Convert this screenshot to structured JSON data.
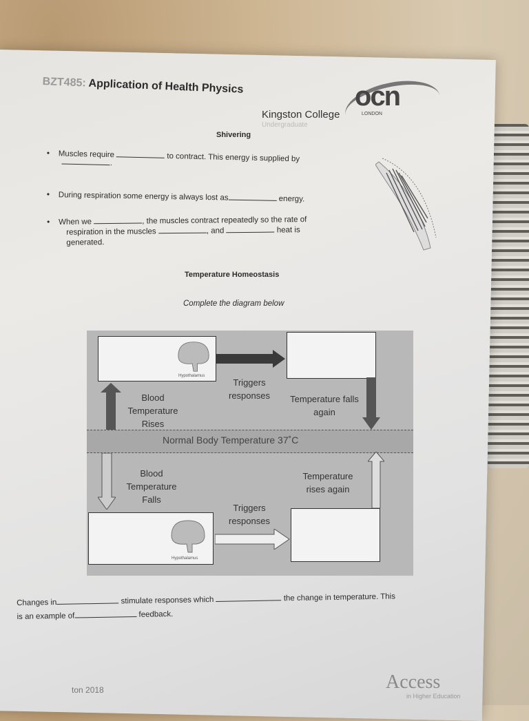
{
  "header": {
    "course_code": "BZT485:",
    "course_title": "Application of Health Physics",
    "college": "Kingston College",
    "college_sub": "Undergraduate",
    "logo_text": "ocn",
    "logo_sub": "LONDON"
  },
  "section1": {
    "title": "Shivering",
    "bullets": [
      {
        "a": "Muscles require",
        "b": "to contract. This energy is supplied by",
        "c": "."
      },
      {
        "a": "During respiration some energy is always lost as",
        "b": "energy."
      },
      {
        "a": "When we",
        "b": ", the muscles contract repeatedly so the rate of",
        "c": "respiration in the muscles",
        "d": ", and",
        "e": "heat is",
        "f": "generated."
      }
    ]
  },
  "section2": {
    "title": "Temperature Homeostasis",
    "instruction": "Complete the diagram below"
  },
  "diagram": {
    "top_left_label": "Blood Temperature Rises",
    "top_mid": "Triggers responses",
    "top_right_label": "Temperature falls again",
    "band": "Normal Body Temperature 37˚C",
    "bottom_left_label": "Blood Temperature Falls",
    "bottom_mid": "Triggers responses",
    "bottom_right_label": "Temperature rises again",
    "brain_label": "Hypothalamus"
  },
  "summary": {
    "a": "Changes in",
    "b": "stimulate responses which",
    "c": "the change in temperature. This",
    "d": "is an example of",
    "e": "feedback."
  },
  "footer": {
    "year": "ton 2018",
    "logo": "Access",
    "logo_sub": "in Higher Education"
  }
}
